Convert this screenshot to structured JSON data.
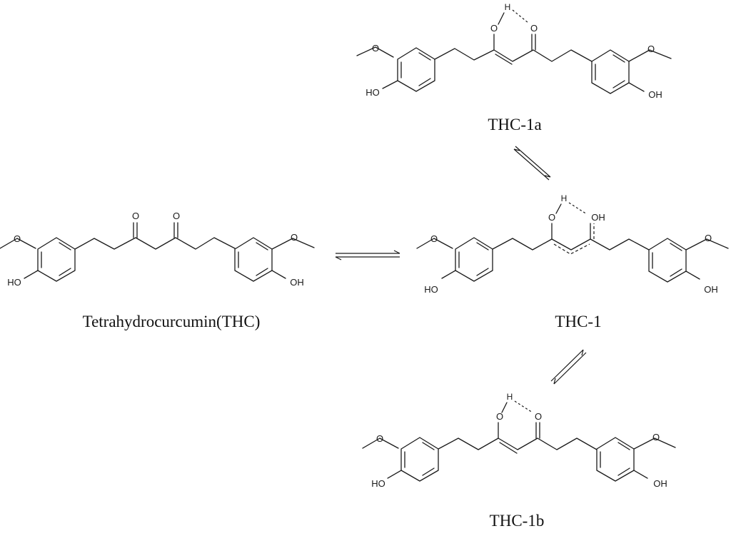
{
  "compounds": {
    "thc": {
      "name": "Tetrahydrocurcumin(THC)"
    },
    "thc1a": {
      "name": "THC-1a"
    },
    "thc1": {
      "name": "THC-1"
    },
    "thc1b": {
      "name": "THC-1b"
    }
  },
  "atoms": {
    "oxygen": "O",
    "hydroxyl_left": "HO",
    "hydroxyl_right": "OH",
    "hydrogen": "H"
  }
}
